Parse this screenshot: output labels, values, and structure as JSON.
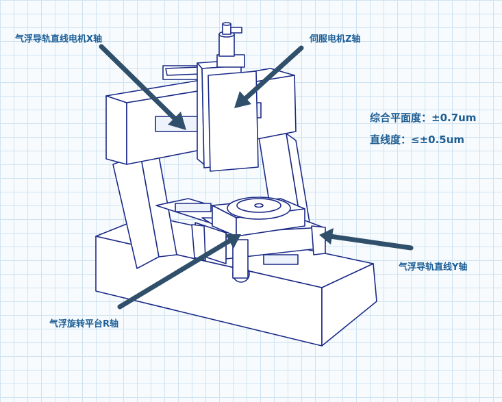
{
  "labels": {
    "x_axis": "气浮导轨直线电机X轴",
    "z_axis": "伺服电机Z轴",
    "y_axis": "气浮导轨直线Y轴",
    "r_axis": "气浮旋转平台R轴"
  },
  "specs": {
    "flatness": "综合平面度：±0.7um",
    "straightness": "直线度：≤±0.5um"
  },
  "colors": {
    "line": "#1a2a86",
    "arrow": "#2f4f6a",
    "label": "#1d5f97",
    "grid": "#cfe3f1"
  }
}
